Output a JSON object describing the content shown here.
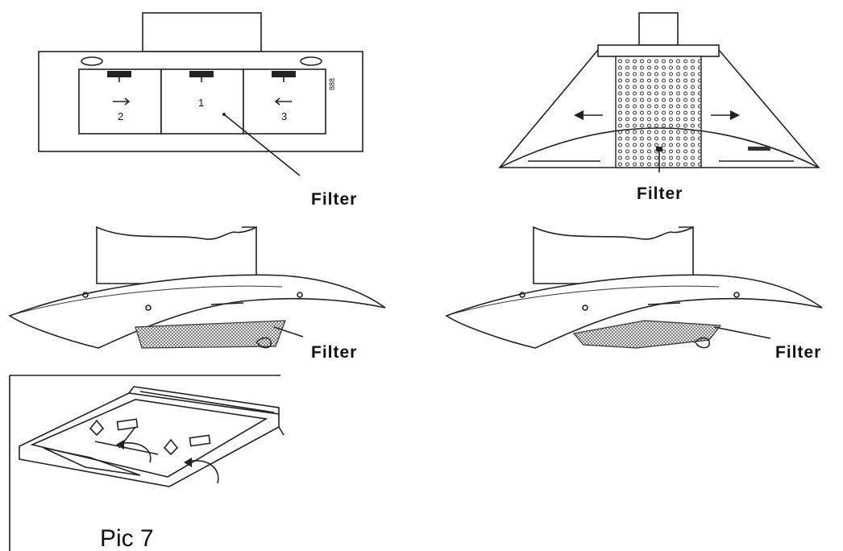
{
  "labels": {
    "filter_1": "Filter",
    "filter_2": "Filter",
    "filter_3": "Filter",
    "filter_4": "Filter",
    "caption": "Pic 7"
  },
  "panel_numbers": {
    "left": "2",
    "middle": "1",
    "right": "3"
  },
  "control_label": "888"
}
